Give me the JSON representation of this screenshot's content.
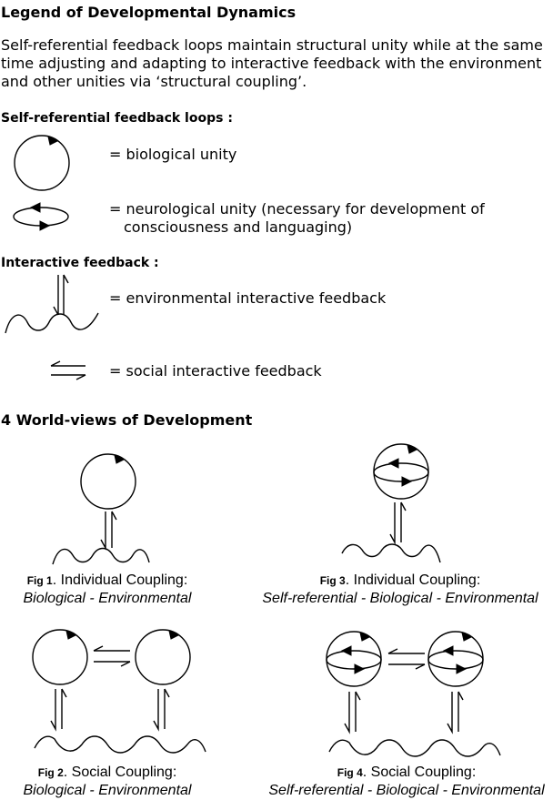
{
  "title": "Legend of Developmental Dynamics",
  "intro": "Self-referential feedback loops maintain structural unity while at the same time adjusting and adapting to interactive feedback with the environment and other unities via ‘structural coupling’.",
  "legend": {
    "loops_heading": "Self-referential feedback loops :",
    "biological": "= biological unity",
    "neurological_line1": "= neurological unity (necessary for development of",
    "neurological_line2": "consciousness and languaging)",
    "interactive_heading": "Interactive feedback :",
    "environmental": "= environmental interactive feedback",
    "social": "= social interactive feedback"
  },
  "worldviews_heading": "4 World-views of Development",
  "figures": [
    {
      "label": "Fig 1",
      "title": ". Individual Coupling:",
      "subtitle": "Biological - Environmental"
    },
    {
      "label": "Fig 3",
      "title": ". Individual Coupling:",
      "subtitle": "Self-referential - Biological - Environmental"
    },
    {
      "label": "Fig 2",
      "title": ". Social Coupling:",
      "subtitle": "Biological - Environmental"
    },
    {
      "label": "Fig 4",
      "title": ". Social Coupling:",
      "subtitle": "Self-referential - Biological - Environmental"
    }
  ]
}
